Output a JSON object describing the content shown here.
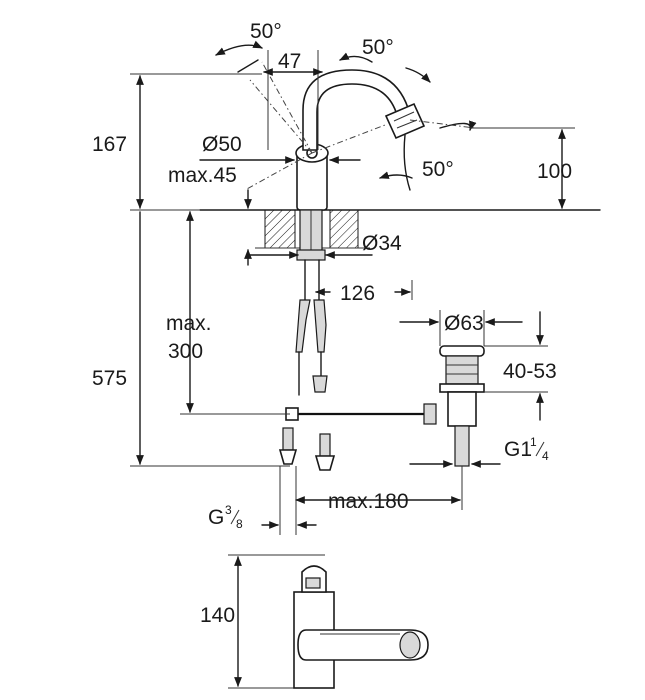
{
  "dimensions": {
    "angle_top_left": "50°",
    "angle_top_right": "50°",
    "angle_side_right": "50°",
    "spout_reach": "47",
    "height_upper": "167",
    "height_spout": "100",
    "body_diameter": "Ø50",
    "deck_thickness": "max.45",
    "shank_diameter": "Ø34",
    "spout_offset": "126",
    "waste_diameter": "Ø63",
    "waste_range": "40-53",
    "hose_length_label": "max.",
    "hose_length_value": "300",
    "total_height": "575",
    "waste_thread_main": "G1",
    "waste_thread_num": "1",
    "waste_thread_den": "4",
    "pullrod_distance": "max.180",
    "supply_thread_main": "G",
    "supply_thread_num": "3",
    "supply_thread_den": "8",
    "plan_depth": "140"
  }
}
